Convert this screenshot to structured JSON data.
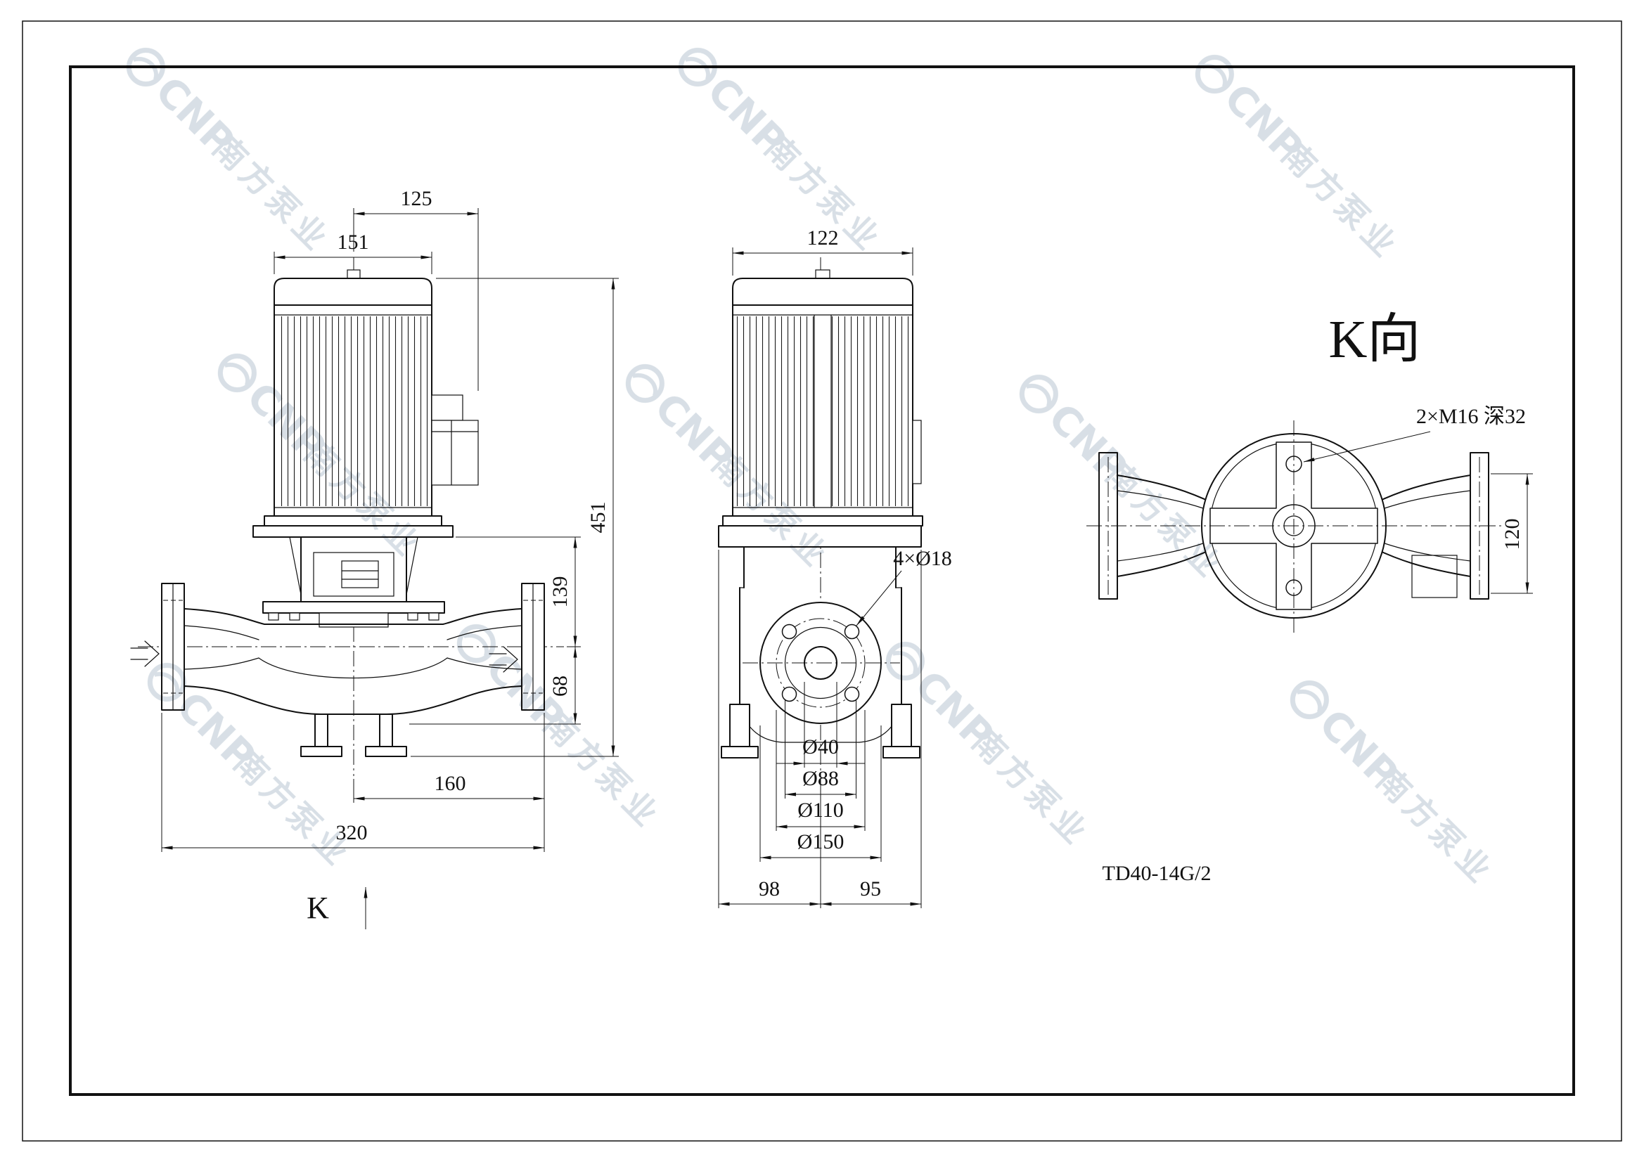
{
  "drawing": {
    "model": "TD40-14G/2",
    "watermark": {
      "brand": "CNP",
      "company": "南方泵业"
    }
  },
  "front_view": {
    "dims": {
      "w125": "125",
      "w151": "151",
      "h451": "451",
      "h139": "139",
      "h68": "68",
      "w160": "160",
      "w320": "320"
    },
    "view_arrow": "K"
  },
  "side_view": {
    "dims": {
      "w122": "122",
      "d40": "Ø40",
      "d88": "Ø88",
      "d110": "Ø110",
      "d150": "Ø150",
      "w98": "98",
      "w95": "95"
    },
    "callout_bolt_holes": "4×Ø18"
  },
  "k_view": {
    "title": "K向",
    "callout_tap": "2×M16 深32",
    "dims": {
      "h120": "120"
    }
  }
}
